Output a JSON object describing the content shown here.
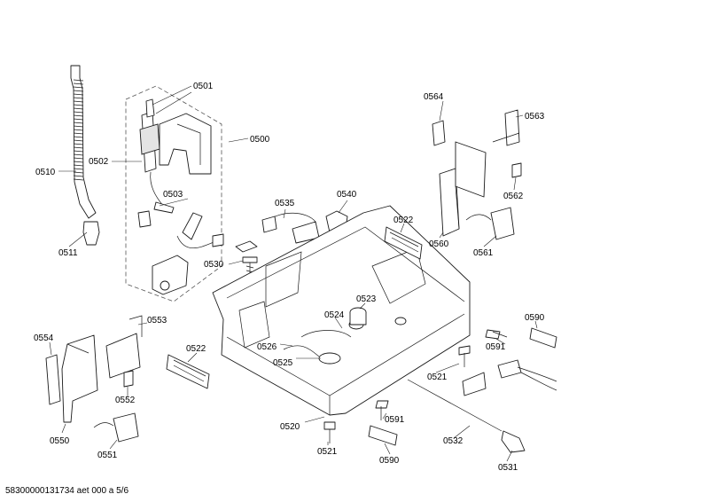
{
  "labels": {
    "l0501": "0501",
    "l0502": "0502",
    "l0503": "0503",
    "l0500": "0500",
    "l0510": "0510",
    "l0511": "0511",
    "l0535": "0535",
    "l0540": "0540",
    "l0522a": "0522",
    "l0530": "0530",
    "l0564": "0564",
    "l0563": "0563",
    "l0562": "0562",
    "l0560": "0560",
    "l0561": "0561",
    "l0523": "0523",
    "l0524": "0524",
    "l0526": "0526",
    "l0525": "0525",
    "l0590a": "0590",
    "l0591a": "0591",
    "l0554": "0554",
    "l0553": "0553",
    "l0552": "0552",
    "l0550": "0550",
    "l0551": "0551",
    "l0522b": "0522",
    "l0521a": "0521",
    "l0591b": "0591",
    "l0520": "0520",
    "l0521b": "0521",
    "l0590b": "0590",
    "l0532": "0532",
    "l0531": "0531"
  },
  "footer": "58300000131734 aet 000 a 5/6"
}
